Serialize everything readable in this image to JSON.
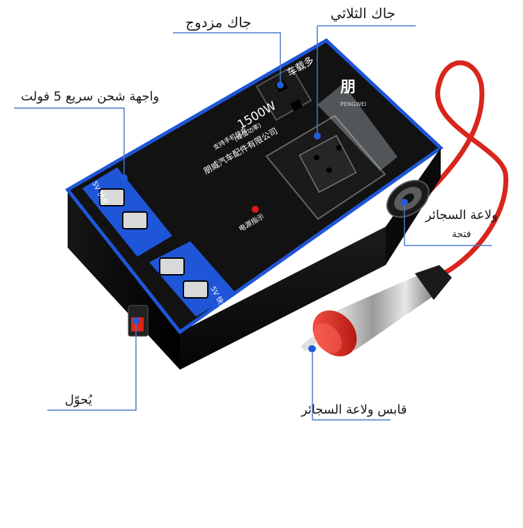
{
  "labels": {
    "dual_jack": "جاك مزدوج",
    "triple_jack": "جاك الثلاثي",
    "usb_fast_charge": "واجهة شحن سريع 5 فولت",
    "cigarette_lighter": "ولاعة السجائر",
    "opening": "فتحة",
    "switch": "يُحوّل",
    "cigarette_plug": "قابس ولاعة السجائر"
  },
  "device": {
    "power_rating": "1500W",
    "peak_note": "(峰值功率)",
    "brand_char": "朋",
    "brand_sub": "PENGWEI",
    "top_text": "车载多",
    "fast_charge_note": "支持手机快充",
    "company": "朋威汽车配件有限公司",
    "power_indicator": "电源指示",
    "usb_tag_top": "5V 快充",
    "usb_tag_bottom": "5V 快充"
  },
  "colors": {
    "accent_blue": "#1f56d8",
    "body_black": "#0d0d0d",
    "label_line": "#4a78c8",
    "cable_red": "#d8261c"
  }
}
